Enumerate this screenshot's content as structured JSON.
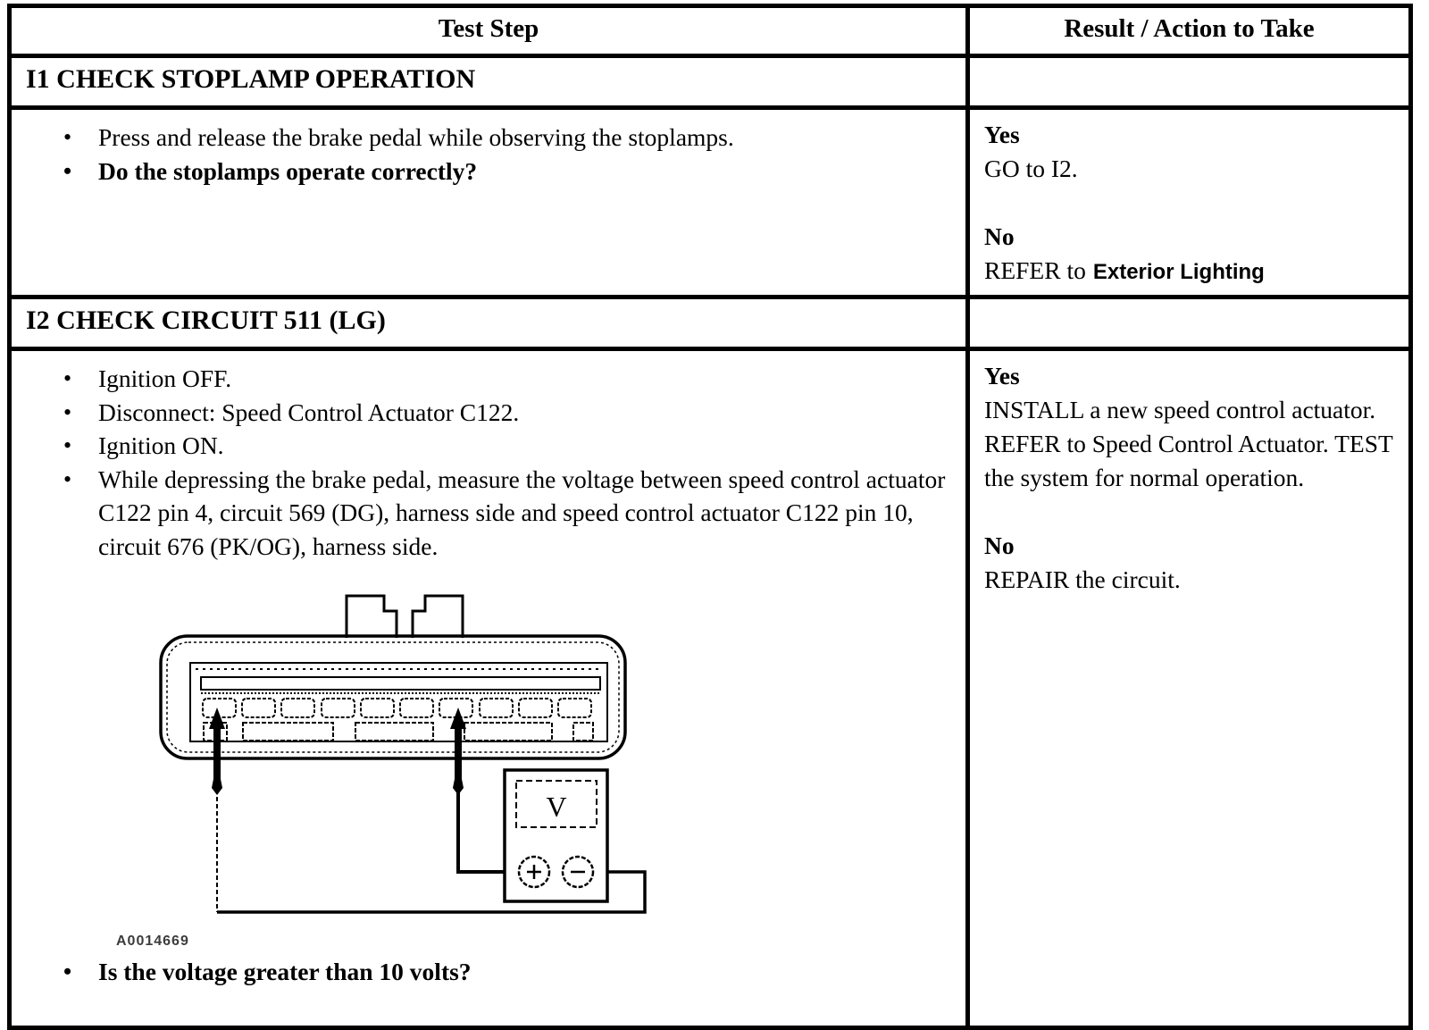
{
  "colors": {
    "ink": "#000000",
    "paper": "#ffffff"
  },
  "header": {
    "test_step": "Test Step",
    "result": "Result / Action to Take"
  },
  "i1": {
    "title": "I1 CHECK STOPLAMP OPERATION",
    "bullet1": "Press and release the brake pedal while observing the stoplamps.",
    "bullet2": "Do the stoplamps operate correctly?",
    "yes_label": "Yes",
    "yes_action": "GO to I2.",
    "no_label": "No",
    "no_action_text": "REFER to",
    "no_action_ref": "Exterior Lighting"
  },
  "i2": {
    "title": "I2 CHECK CIRCUIT 511 (LG)",
    "bullet1": "Ignition OFF.",
    "bullet2": "Disconnect: Speed Control Actuator C122.",
    "bullet3": "Ignition ON.",
    "bullet4": "While depressing the brake pedal, measure the voltage between speed control actuator C122 pin 4, circuit 569 (DG), harness side and speed control actuator C122 pin 10, circuit 676 (PK/OG), harness side.",
    "figure_label": "A0014669",
    "meter_glyph": "V",
    "bullet5": "Is the voltage greater than 10 volts?",
    "yes_label": "Yes",
    "yes_action": "INSTALL a new speed control actuator. REFER to Speed Control Actuator. TEST the system for normal operation.",
    "no_label": "No",
    "no_action": "REPAIR the circuit."
  }
}
